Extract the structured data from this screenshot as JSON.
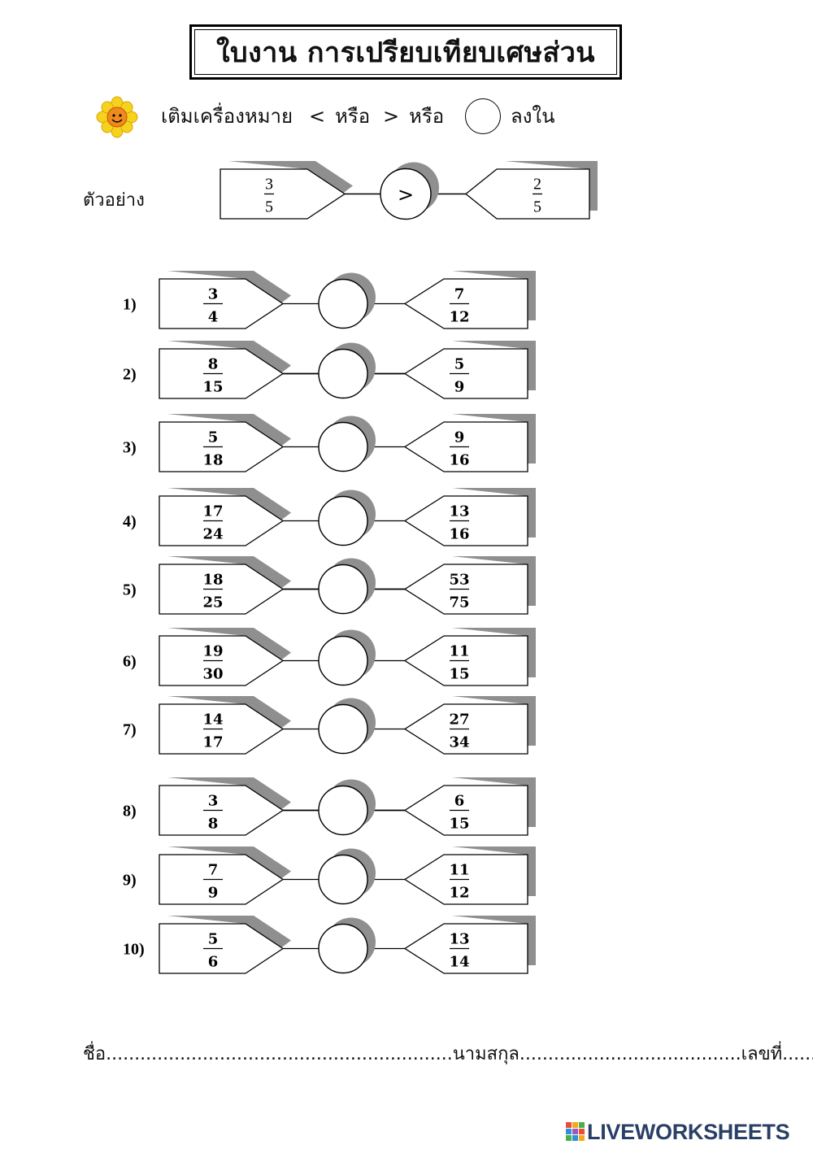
{
  "title": "ใบงาน การเปรียบเทียบเศษส่วน",
  "instruction": {
    "prefix": "เติมเครื่องหมาย",
    "less_than": "<",
    "or_1": "หรือ",
    "greater_than": ">",
    "or_2": "หรือ",
    "suffix": "ลงใน"
  },
  "example": {
    "label": "ตัวอย่าง",
    "left": {
      "num": "3",
      "den": "5"
    },
    "symbol": ">",
    "right": {
      "num": "2",
      "den": "5"
    }
  },
  "problems": [
    {
      "label": "1)",
      "left": {
        "num": "3",
        "den": "4"
      },
      "right": {
        "num": "7",
        "den": "12"
      }
    },
    {
      "label": "2)",
      "left": {
        "num": "8",
        "den": "15"
      },
      "right": {
        "num": "5",
        "den": "9"
      }
    },
    {
      "label": "3)",
      "left": {
        "num": "5",
        "den": "18"
      },
      "right": {
        "num": "9",
        "den": "16"
      }
    },
    {
      "label": "4)",
      "left": {
        "num": "17",
        "den": "24"
      },
      "right": {
        "num": "13",
        "den": "16"
      }
    },
    {
      "label": "5)",
      "left": {
        "num": "18",
        "den": "25"
      },
      "right": {
        "num": "53",
        "den": "75"
      }
    },
    {
      "label": "6)",
      "left": {
        "num": "19",
        "den": "30"
      },
      "right": {
        "num": "11",
        "den": "15"
      }
    },
    {
      "label": "7)",
      "left": {
        "num": "14",
        "den": "17"
      },
      "right": {
        "num": "27",
        "den": "34"
      }
    },
    {
      "label": "8)",
      "left": {
        "num": "3",
        "den": "8"
      },
      "right": {
        "num": "6",
        "den": "15"
      }
    },
    {
      "label": "9)",
      "left": {
        "num": "7",
        "den": "9"
      },
      "right": {
        "num": "11",
        "den": "12"
      }
    },
    {
      "label": "10)",
      "left": {
        "num": "5",
        "den": "6"
      },
      "right": {
        "num": "13",
        "den": "14"
      }
    }
  ],
  "footer": {
    "name_label": "ชื่อ",
    "surname_label": "นามสกุล",
    "number_label": "เลขที่"
  },
  "brand": "LIVEWORKSHEETS",
  "colors": {
    "shadow": "#8f8f8f",
    "brand": "#2a3f66"
  }
}
